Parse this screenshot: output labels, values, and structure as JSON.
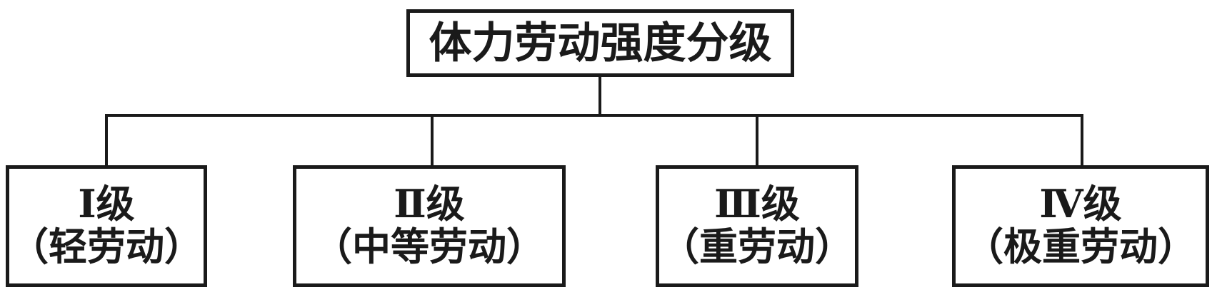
{
  "diagram": {
    "title": "体力劳动强度分级",
    "root": {
      "label": "体力劳动强度分级"
    },
    "children": [
      {
        "grade": "Ⅰ级",
        "line1": "Ⅰ级",
        "line2": "（轻劳动）"
      },
      {
        "grade": "Ⅱ级",
        "line1": "Ⅱ级",
        "line2": "（中等劳动）"
      },
      {
        "grade": "Ⅲ级",
        "line1": "Ⅲ级",
        "line2": "（重劳动）"
      },
      {
        "grade": "Ⅳ级",
        "line1": "Ⅳ级",
        "line2": "（极重劳动）"
      }
    ],
    "colors": {
      "line": "#1a1a1a",
      "text": "#1a1a1a",
      "background": "#ffffff"
    }
  }
}
